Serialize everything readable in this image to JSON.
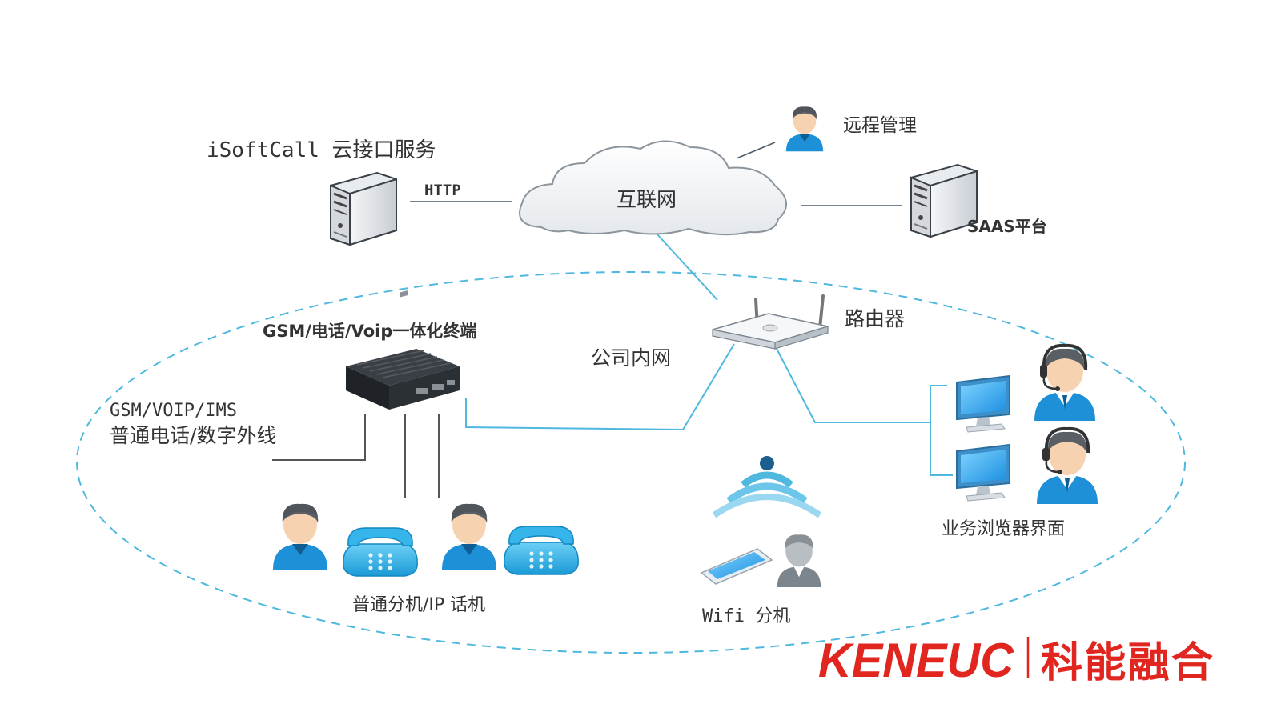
{
  "labels": {
    "cloud_service": "iSoftCall 云接口服务",
    "http": "HTTP",
    "internet": "互联网",
    "remote_mgmt": "远程管理",
    "saas": "SAAS平台",
    "router": "路由器",
    "intranet": "公司内网",
    "terminal": "GSM/电话/Voip一体化终端",
    "trunk_line1": "GSM/VOIP/IMS",
    "trunk_line2": "普通电话/数字外线",
    "extensions": "普通分机/IP 话机",
    "wifi": "Wifi 分机",
    "browser": "业务浏览器界面"
  },
  "brand": {
    "latin": "KENEUC",
    "chinese": "科能融合",
    "color": "#e0261f"
  },
  "colors": {
    "link_line": "#4fb8de",
    "dashed_boundary": "#4fb8de",
    "person_body": "#1e90d8",
    "phone": "#2aa9e0"
  },
  "icons": {
    "server": "server-icon",
    "cloud": "cloud-icon",
    "person": "person-icon",
    "router": "router-icon",
    "terminal_box": "gateway-box-icon",
    "desk_phone": "desk-phone-icon",
    "monitor": "monitor-icon",
    "agent": "headset-agent-icon",
    "wifi": "wifi-icon",
    "smartphone": "smartphone-icon"
  }
}
